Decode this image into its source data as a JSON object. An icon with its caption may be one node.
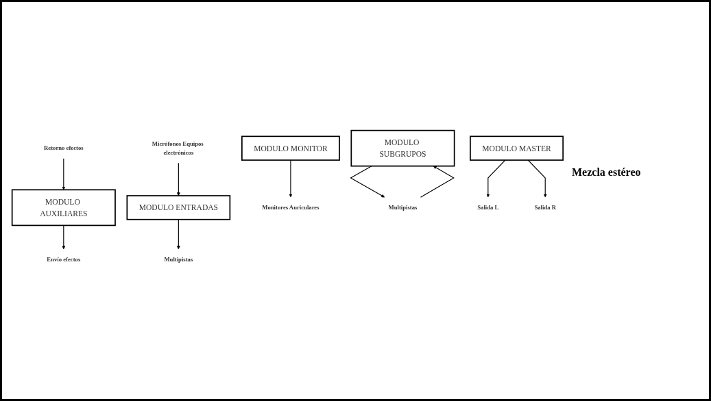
{
  "diagram": {
    "nodes": [
      {
        "text": [
          "MODULO ENTRADAS"
        ]
      },
      {
        "text": [
          "MODULO AUXILIARES"
        ]
      },
      {
        "text": [
          "MODULO SUBGRUPOS"
        ]
      },
      {
        "text": [
          "MODULO MASTER"
        ]
      },
      {
        "text": [
          "MODULO MONITOR"
        ]
      },
      {
        "text": [
          "Multipistas"
        ]
      },
      {
        "text": [
          "Retorno efectos"
        ]
      },
      {
        "text": [
          "Envío efectos"
        ]
      },
      {
        "text": [
          "Monitores Auriculares"
        ]
      },
      {
        "text": [
          "Micrófonos Equipos electrónicos"
        ]
      },
      {
        "text": [
          "Multipistas"
        ]
      },
      {
        "text": [
          "Salida L"
        ]
      },
      {
        "text": [
          "Salida R"
        ]
      }
    ],
    "edges": [
      {
        "from": 0,
        "to": 5,
        "arrow": "to"
      },
      {
        "from": 6,
        "to": 1,
        "arrow": "to"
      },
      {
        "from": 1,
        "to": 7,
        "arrow": "to"
      },
      {
        "from": 4,
        "to": 8,
        "arrow": "to"
      },
      {
        "from": 9,
        "to": 0,
        "arrow": "to"
      },
      {
        "from": 10,
        "to": 2,
        "arrow": "to"
      },
      {
        "from": 2,
        "to": 10,
        "arrow": "to"
      },
      {
        "from": 3,
        "to": 11,
        "arrow": "to"
      },
      {
        "from": 3,
        "to": 12,
        "arrow": "to"
      }
    ],
    "labels": [
      "Mezcla estéreo"
    ]
  }
}
